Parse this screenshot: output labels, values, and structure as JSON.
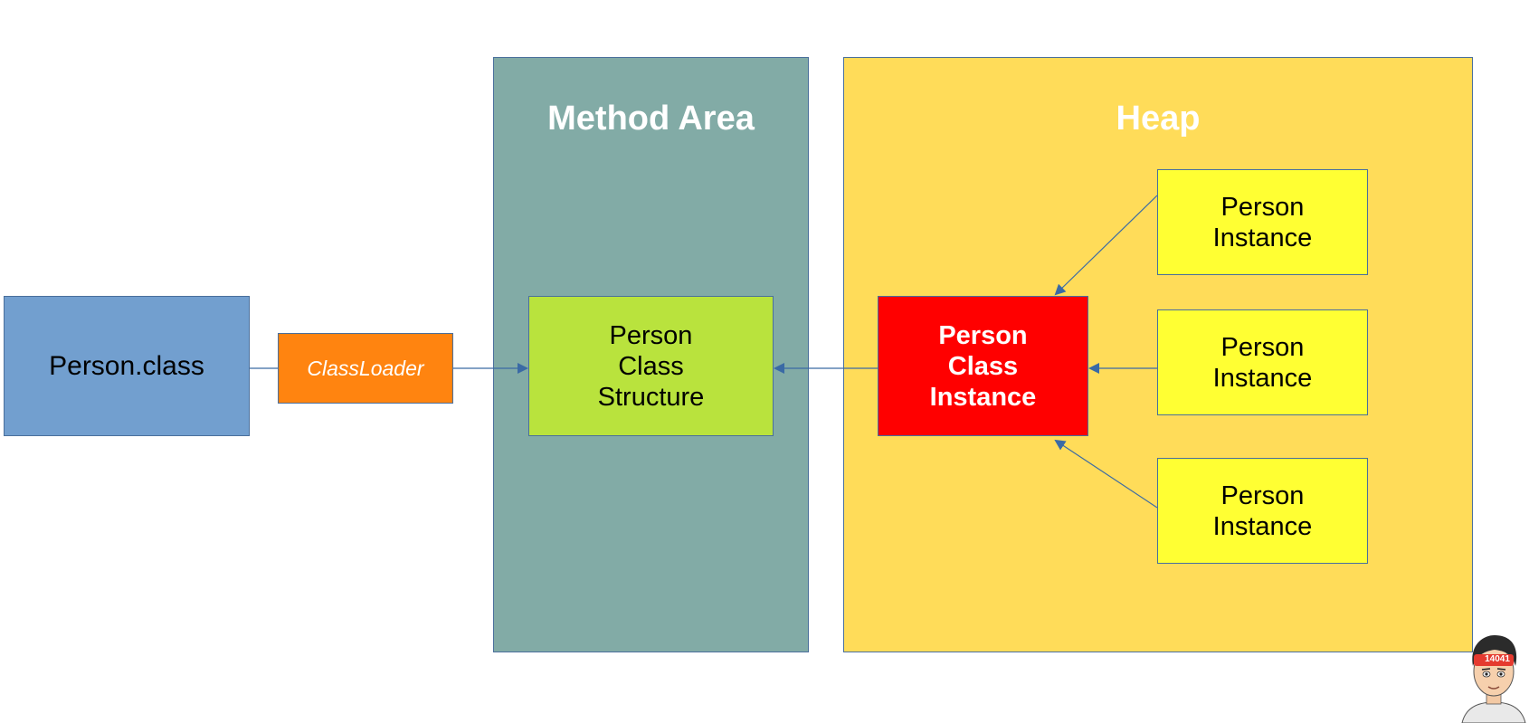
{
  "regions": {
    "method_area": {
      "title": "Method Area",
      "color": "#82aba6"
    },
    "heap": {
      "title": "Heap",
      "color": "#ffdc59"
    }
  },
  "nodes": {
    "person_class_file": {
      "label": "Person.class",
      "color": "#729fcf"
    },
    "classloader": {
      "label": "ClassLoader",
      "color": "#ff8410"
    },
    "class_structure": {
      "label": "Person\nClass\nStructure",
      "color": "#b9e33d"
    },
    "class_instance": {
      "label": "Person\nClass\nInstance",
      "color": "#ff0000"
    },
    "person_instances": [
      {
        "label": "Person\nInstance",
        "color": "#ffff33"
      },
      {
        "label": "Person\nInstance",
        "color": "#ffff33"
      },
      {
        "label": "Person\nInstance",
        "color": "#ffff33"
      }
    ]
  },
  "edges": [
    {
      "from": "person_class_file",
      "to": "class_structure",
      "via": "classloader"
    },
    {
      "from": "class_instance",
      "to": "class_structure"
    },
    {
      "from": "person_instances.0",
      "to": "class_instance"
    },
    {
      "from": "person_instances.1",
      "to": "class_instance"
    },
    {
      "from": "person_instances.2",
      "to": "class_instance"
    }
  ],
  "avatar": {
    "badge_text": "14041"
  },
  "colors": {
    "edge": "#3a6aa5"
  }
}
